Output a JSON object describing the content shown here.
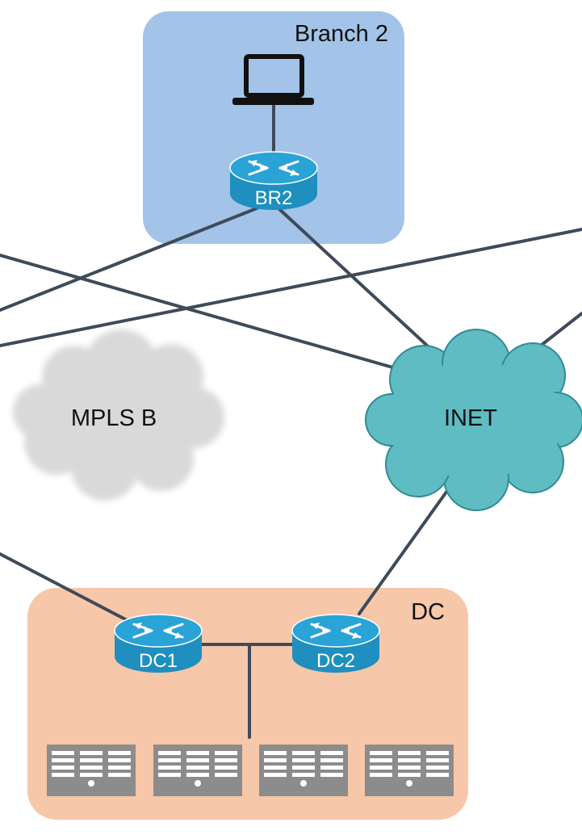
{
  "zones": {
    "branch2": {
      "label": "Branch 2",
      "fill": "#a3c4e8"
    },
    "dc": {
      "label": "DC",
      "fill": "#f6c7a8"
    }
  },
  "clouds": {
    "mpls_b": {
      "label": "MPLS B",
      "fill": "#d9d9d9"
    },
    "inet": {
      "label": "INET",
      "fill": "#5fbcc2"
    }
  },
  "routers": {
    "br2": {
      "label": "BR2"
    },
    "dc1": {
      "label": "DC1"
    },
    "dc2": {
      "label": "DC2"
    }
  },
  "icons": {
    "laptop": "laptop-icon",
    "router": "router-icon",
    "server": "server-icon"
  },
  "colors": {
    "link": "#3f4a5a",
    "router_body": "#1e8fbf",
    "router_top": "#2aa3d6",
    "server": "#8c8c8c"
  }
}
